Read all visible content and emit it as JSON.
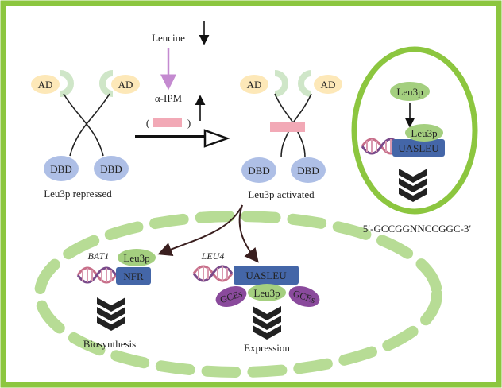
{
  "frame": {
    "border_color": "#8cc63f",
    "background": "#ffffff"
  },
  "colors": {
    "ad_fill": "#fde8b8",
    "dbd_fill": "#aebfe6",
    "leu3p_fill": "#a4cf7f",
    "uasleu_fill": "#4466a8",
    "gces_fill": "#8a4a9c",
    "lipm_arrow": "#c48ad0",
    "pink_box": "#f2a9b6",
    "green_ring": "#8cc63f",
    "dash": "#b7dc95"
  },
  "top": {
    "leucine": "Leucine",
    "alpha_ipm": "α-IPM",
    "alpha_ipm_paren_left": "(",
    "alpha_ipm_paren_right": ")",
    "repressed": {
      "ad_left": "AD",
      "ad_right": "AD",
      "dbd_left": "DBD",
      "dbd_right": "DBD",
      "caption": "Leu3p repressed"
    },
    "activated": {
      "ad_left": "AD",
      "ad_right": "AD",
      "dbd_left": "DBD",
      "dbd_right": "DBD",
      "caption": "Leu3p activated"
    }
  },
  "inset": {
    "leu3p_top": "Leu3p",
    "leu3p_bound": "Leu3p",
    "uasleu": "UASLEU",
    "consensus": "5′-GCCGGNNCCGGC-3′"
  },
  "bottom": {
    "bat1": {
      "gene": "BAT1",
      "leu3p": "Leu3p",
      "nfr": "NFR",
      "caption": "Biosynthesis"
    },
    "leu4": {
      "gene": "LEU4",
      "uasleu": "UASLEU",
      "leu3p": "Leu3p",
      "gces_left": "GCEs",
      "gces_right": "GCEs",
      "caption": "Expression"
    }
  }
}
